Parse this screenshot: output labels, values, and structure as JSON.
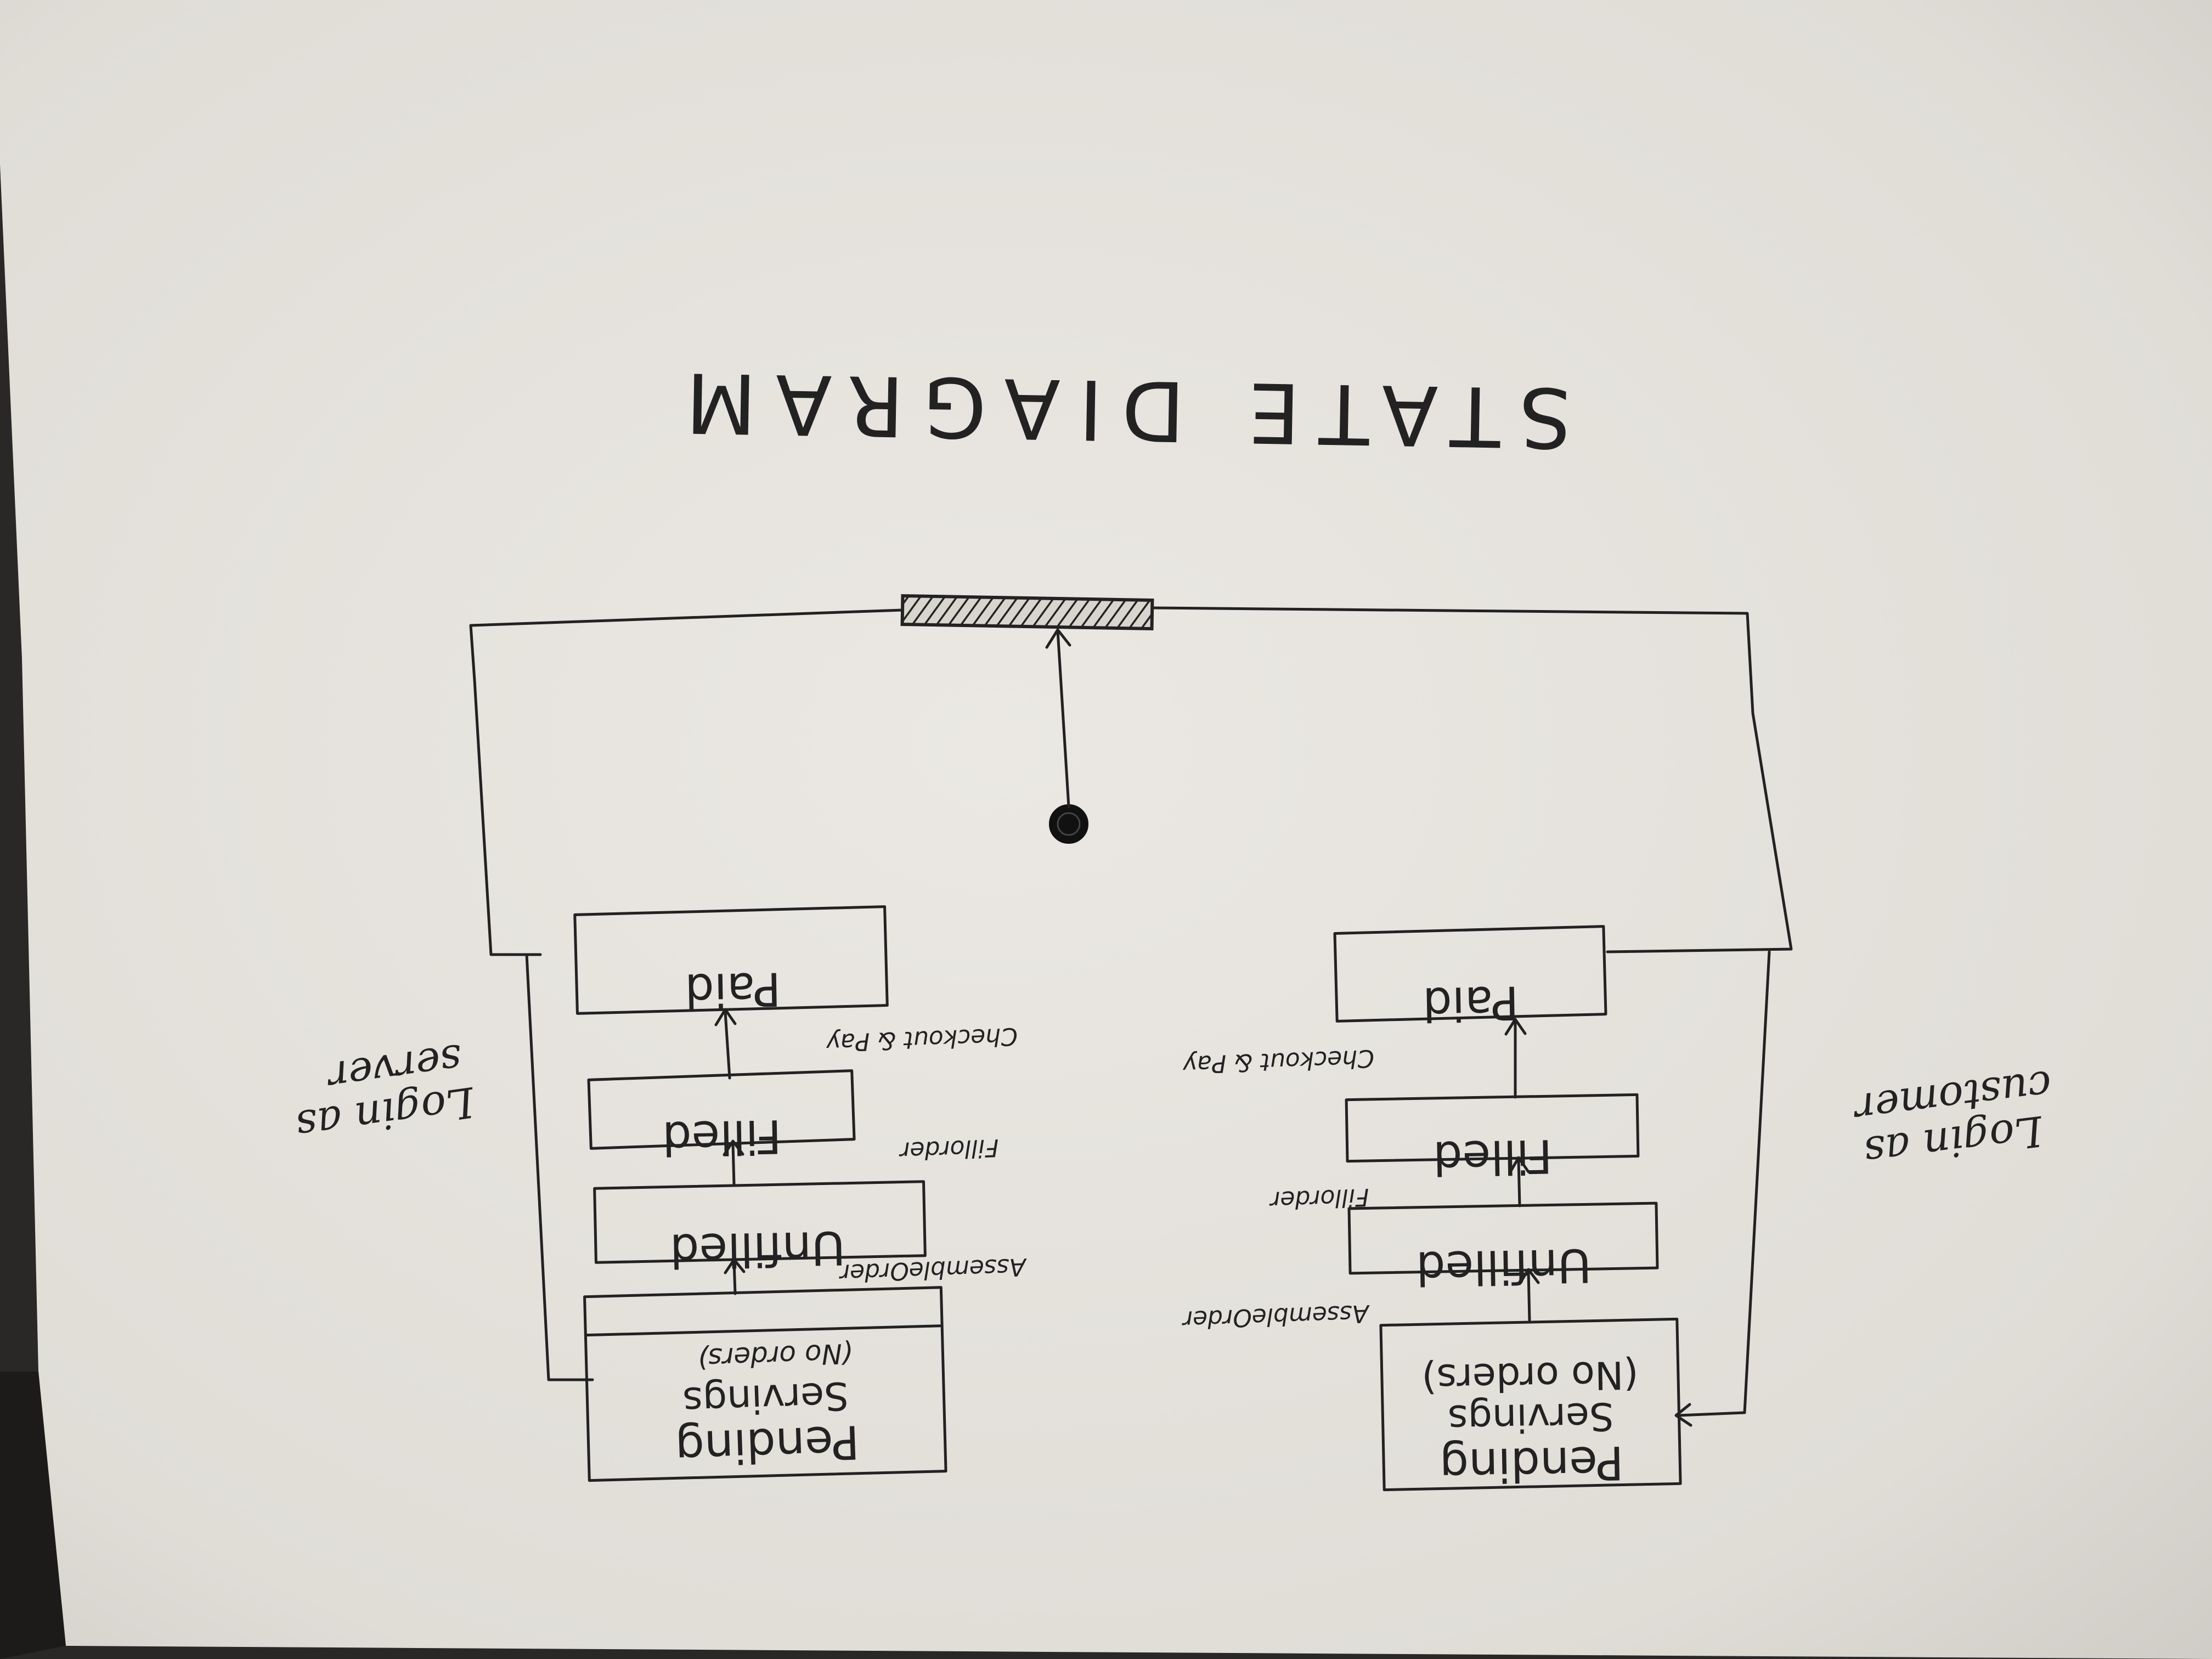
{
  "diagram": {
    "title": "STATE DIAGRAM",
    "colors": {
      "paper": "#e6e3de",
      "ink": "#222222",
      "background": "#2a2826"
    },
    "branches": [
      {
        "id": "customer",
        "label_line1": "Login as",
        "label_line2": "customer",
        "states": {
          "pending_line1": "Pending",
          "pending_line2": "Servings",
          "pending_line3": "(No orders)",
          "unfilled": "Unfilled",
          "filled": "Filled",
          "paid": "Paid"
        },
        "transitions": {
          "assemble": "AssembleOrder",
          "fill": "Fillorder",
          "checkout": "Checkout & Pay"
        }
      },
      {
        "id": "server",
        "label_line1": "Login as",
        "label_line2": "server",
        "states": {
          "pending_line1": "Pending",
          "pending_line2": "Servings",
          "pending_line3": "(No orders)",
          "unfilled": "Unfilled",
          "filled": "Filled",
          "paid": "Paid"
        },
        "transitions": {
          "assemble": "AssembleOrder",
          "fill": "Fillorder",
          "checkout": "Checkout & Pay"
        }
      }
    ]
  }
}
